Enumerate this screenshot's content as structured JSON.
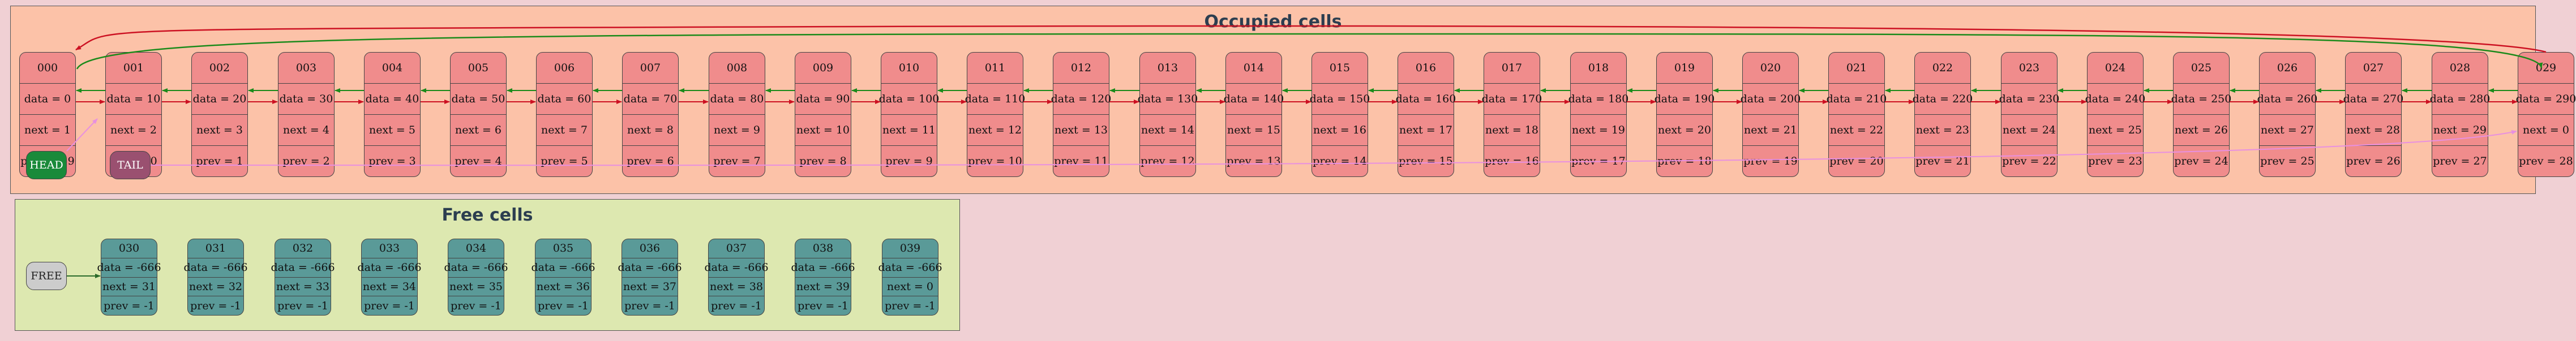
{
  "occupied": {
    "title": "Occupied cells",
    "nodes": [
      {
        "id": "000",
        "data": "data = 0",
        "next": "next = 1",
        "prev": "prev = 29"
      },
      {
        "id": "001",
        "data": "data = 10",
        "next": "next = 2",
        "prev": "prev = 0"
      },
      {
        "id": "002",
        "data": "data = 20",
        "next": "next = 3",
        "prev": "prev = 1"
      },
      {
        "id": "003",
        "data": "data = 30",
        "next": "next = 4",
        "prev": "prev = 2"
      },
      {
        "id": "004",
        "data": "data = 40",
        "next": "next = 5",
        "prev": "prev = 3"
      },
      {
        "id": "005",
        "data": "data = 50",
        "next": "next = 6",
        "prev": "prev = 4"
      },
      {
        "id": "006",
        "data": "data = 60",
        "next": "next = 7",
        "prev": "prev = 5"
      },
      {
        "id": "007",
        "data": "data = 70",
        "next": "next = 8",
        "prev": "prev = 6"
      },
      {
        "id": "008",
        "data": "data = 80",
        "next": "next = 9",
        "prev": "prev = 7"
      },
      {
        "id": "009",
        "data": "data = 90",
        "next": "next = 10",
        "prev": "prev = 8"
      },
      {
        "id": "010",
        "data": "data = 100",
        "next": "next = 11",
        "prev": "prev = 9"
      },
      {
        "id": "011",
        "data": "data = 110",
        "next": "next = 12",
        "prev": "prev = 10"
      },
      {
        "id": "012",
        "data": "data = 120",
        "next": "next = 13",
        "prev": "prev = 11"
      },
      {
        "id": "013",
        "data": "data = 130",
        "next": "next = 14",
        "prev": "prev = 12"
      },
      {
        "id": "014",
        "data": "data = 140",
        "next": "next = 15",
        "prev": "prev = 13"
      },
      {
        "id": "015",
        "data": "data = 150",
        "next": "next = 16",
        "prev": "prev = 14"
      },
      {
        "id": "016",
        "data": "data = 160",
        "next": "next = 17",
        "prev": "prev = 15"
      },
      {
        "id": "017",
        "data": "data = 170",
        "next": "next = 18",
        "prev": "prev = 16"
      },
      {
        "id": "018",
        "data": "data = 180",
        "next": "next = 19",
        "prev": "prev = 17"
      },
      {
        "id": "019",
        "data": "data = 190",
        "next": "next = 20",
        "prev": "prev = 18"
      },
      {
        "id": "020",
        "data": "data = 200",
        "next": "next = 21",
        "prev": "prev = 19"
      },
      {
        "id": "021",
        "data": "data = 210",
        "next": "next = 22",
        "prev": "prev = 20"
      },
      {
        "id": "022",
        "data": "data = 220",
        "next": "next = 23",
        "prev": "prev = 21"
      },
      {
        "id": "023",
        "data": "data = 230",
        "next": "next = 24",
        "prev": "prev = 22"
      },
      {
        "id": "024",
        "data": "data = 240",
        "next": "next = 25",
        "prev": "prev = 23"
      },
      {
        "id": "025",
        "data": "data = 250",
        "next": "next = 26",
        "prev": "prev = 24"
      },
      {
        "id": "026",
        "data": "data = 260",
        "next": "next = 27",
        "prev": "prev = 25"
      },
      {
        "id": "027",
        "data": "data = 270",
        "next": "next = 28",
        "prev": "prev = 26"
      },
      {
        "id": "028",
        "data": "data = 280",
        "next": "next = 29",
        "prev": "prev = 27"
      },
      {
        "id": "029",
        "data": "data = 290",
        "next": "next = 0",
        "prev": "prev = 28"
      }
    ],
    "head_label": "HEAD",
    "tail_label": "TAIL"
  },
  "free": {
    "title": "Free cells",
    "label": "FREE",
    "nodes": [
      {
        "id": "030",
        "data": "data = -666",
        "next": "next = 31",
        "prev": "prev = -1"
      },
      {
        "id": "031",
        "data": "data = -666",
        "next": "next = 32",
        "prev": "prev = -1"
      },
      {
        "id": "032",
        "data": "data = -666",
        "next": "next = 33",
        "prev": "prev = -1"
      },
      {
        "id": "033",
        "data": "data = -666",
        "next": "next = 34",
        "prev": "prev = -1"
      },
      {
        "id": "034",
        "data": "data = -666",
        "next": "next = 35",
        "prev": "prev = -1"
      },
      {
        "id": "035",
        "data": "data = -666",
        "next": "next = 36",
        "prev": "prev = -1"
      },
      {
        "id": "036",
        "data": "data = -666",
        "next": "next = 37",
        "prev": "prev = -1"
      },
      {
        "id": "037",
        "data": "data = -666",
        "next": "next = 38",
        "prev": "prev = -1"
      },
      {
        "id": "038",
        "data": "data = -666",
        "next": "next = 39",
        "prev": "prev = -1"
      },
      {
        "id": "039",
        "data": "data = -666",
        "next": "next = 0",
        "prev": "prev = -1"
      }
    ]
  },
  "colors": {
    "page_bg": "#f0d0d4",
    "occupied_bg": "#fcc2a8",
    "free_bg": "#dde8b0",
    "occupied_node": "#f08c8c",
    "free_node": "#5a9a98",
    "head": "#1a8a3a",
    "tail": "#9a5070",
    "free_label": "#cccccc",
    "next_edge": "#cc1122",
    "prev_edge": "#1a8a1a",
    "tail_edge": "#e890e0"
  }
}
